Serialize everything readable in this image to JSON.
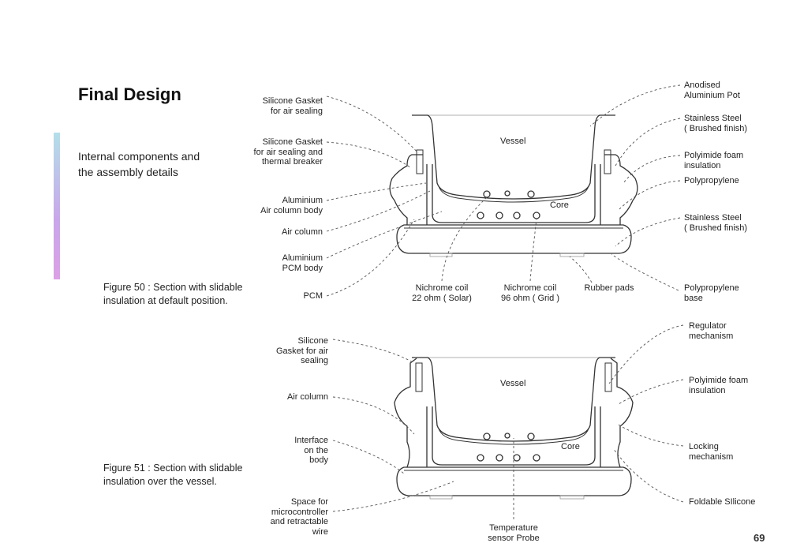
{
  "header": {
    "title": "Final Design",
    "subtitle": "Internal components and\nthe assembly details",
    "accent_gradient": [
      "#b3dfe9",
      "#dca0e6"
    ]
  },
  "figure50": {
    "caption": "Figure 50 : Section with slidable\ninsulation at default position.",
    "inner_labels": {
      "vessel": "Vessel",
      "core": "Core"
    },
    "left_labels": [
      "Silicone Gasket\nfor air sealing",
      "Silicone Gasket\nfor air sealing and\nthermal breaker",
      "Aluminium\nAir column body",
      "Air column",
      "Aluminium\nPCM body",
      "PCM"
    ],
    "right_labels": [
      "Anodised\nAluminium Pot",
      "Stainless Steel\n( Brushed finish)",
      "Polyimide foam\ninsulation",
      "Polypropylene",
      "Stainless Steel\n( Brushed finish)",
      "Polypropylene\nbase"
    ],
    "bottom_labels": [
      "Nichrome coil\n22 ohm ( Solar)",
      "Nichrome coil\n96 ohm ( Grid )",
      "Rubber pads"
    ]
  },
  "figure51": {
    "caption": "Figure 51 : Section with slidable\ninsulation over  the vessel.",
    "inner_labels": {
      "vessel": "Vessel",
      "core": "Core"
    },
    "left_labels": [
      "Silicone\nGasket for air\nsealing",
      "Air column",
      "Interface\non the\nbody",
      "Space for\nmicrocontroller\nand retractable\nwire"
    ],
    "right_labels": [
      "Regulator\nmechanism",
      "Polyimide foam\ninsulation",
      "Locking\nmechanism",
      "Foldable SIlicone"
    ],
    "bottom_labels": [
      "Temperature\nsensor Probe"
    ]
  },
  "page_number": "69"
}
